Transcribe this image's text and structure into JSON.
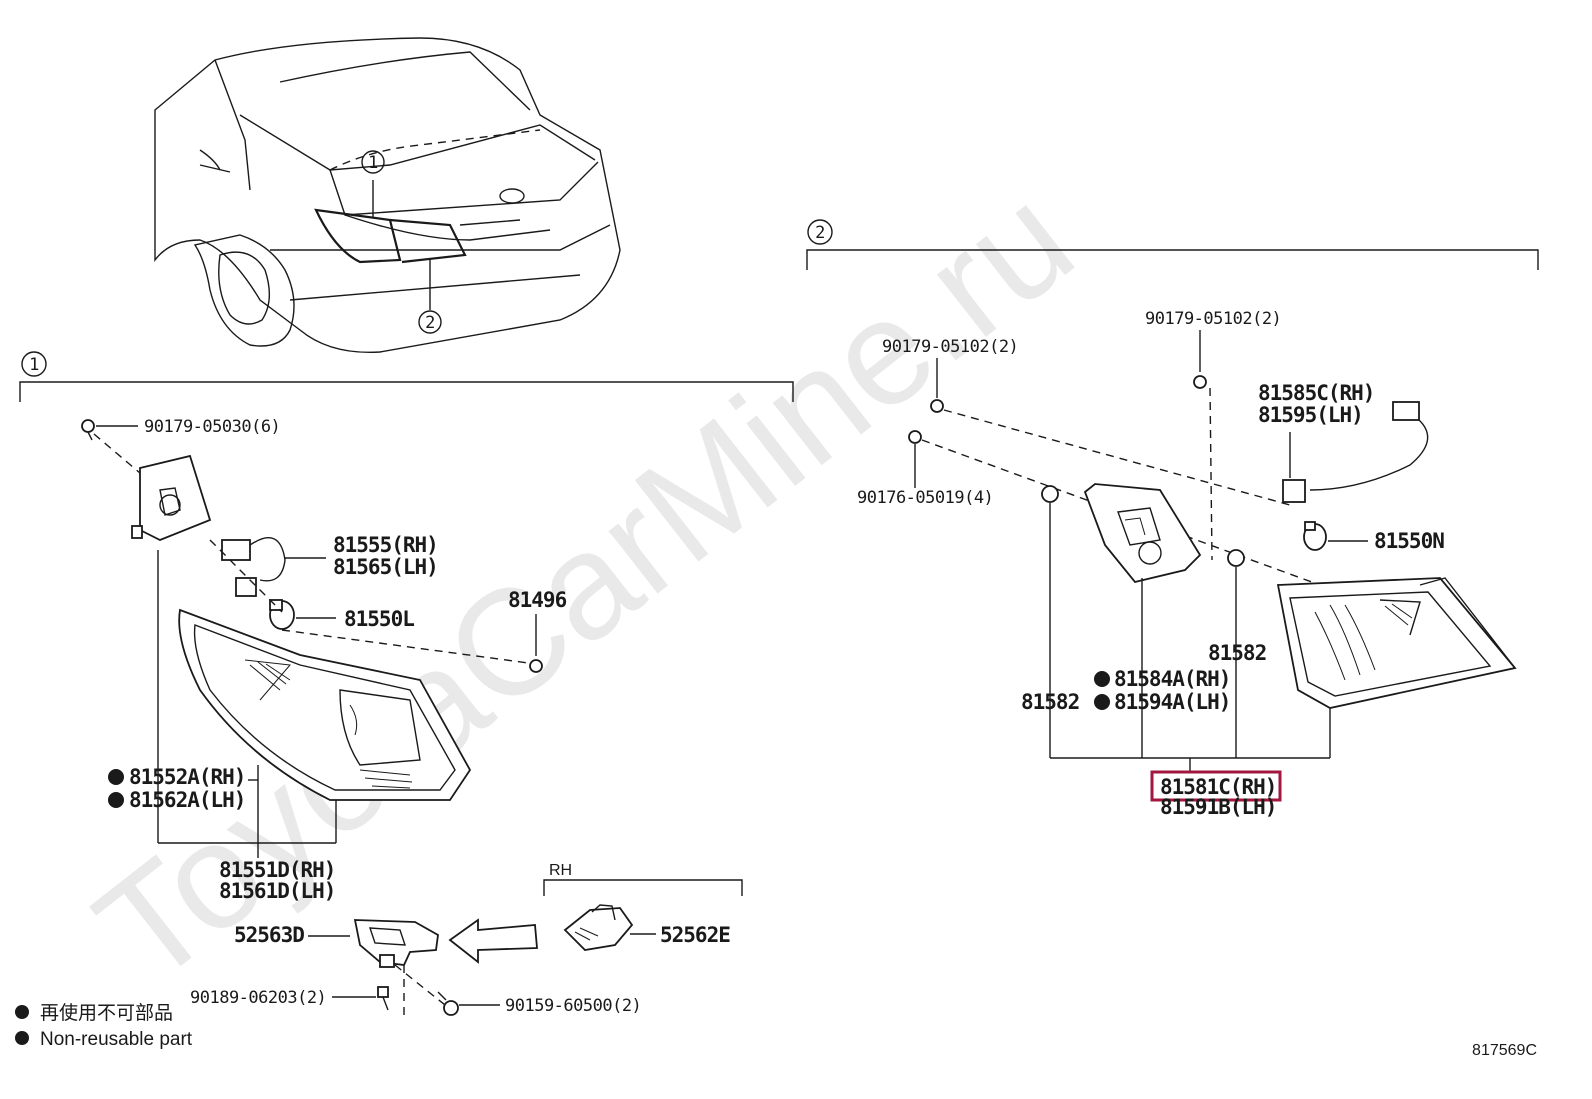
{
  "watermark": "ToyotaCarMine.ru",
  "diagram_id": "817569C",
  "legend": {
    "bullet_line1": "再使用不可部品",
    "bullet_line2": "Non-reusable part"
  },
  "circle_labels": {
    "car_1": "1",
    "car_2": "2",
    "section_1": "1",
    "section_2": "2"
  },
  "section_1_parts": {
    "screw_top": "90179-05030(6)",
    "socket_rh": "81555(RH)",
    "socket_lh": "81565(LH)",
    "bulb": "81550L",
    "clip": "81496",
    "lens_rh": "81552A(RH)",
    "lens_lh": "81562A(LH)",
    "assy_rh": "81551D(RH)",
    "assy_lh": "81561D(LH)",
    "bracket": "52563D",
    "bracket_rh_caption": "RH",
    "bracket_rh": "52562E",
    "screw_bottom_left": "90189-06203(2)",
    "screw_bottom_right": "90159-60500(2)"
  },
  "section_2_parts": {
    "screw_right": "90179-05102(2)",
    "screw_left": "90179-05102(2)",
    "nut": "90176-05019(4)",
    "socket_rh": "81585C(RH)",
    "socket_lh": "81595(LH)",
    "bulb": "81550N",
    "gasket_right": "81582",
    "gasket_left": "81582",
    "housing_rh": "81584A(RH)",
    "housing_lh": "81594A(LH)",
    "assy_rh": "81581C(RH)",
    "assy_lh": "81591B(LH)"
  },
  "highlight_color": "#a3173e"
}
